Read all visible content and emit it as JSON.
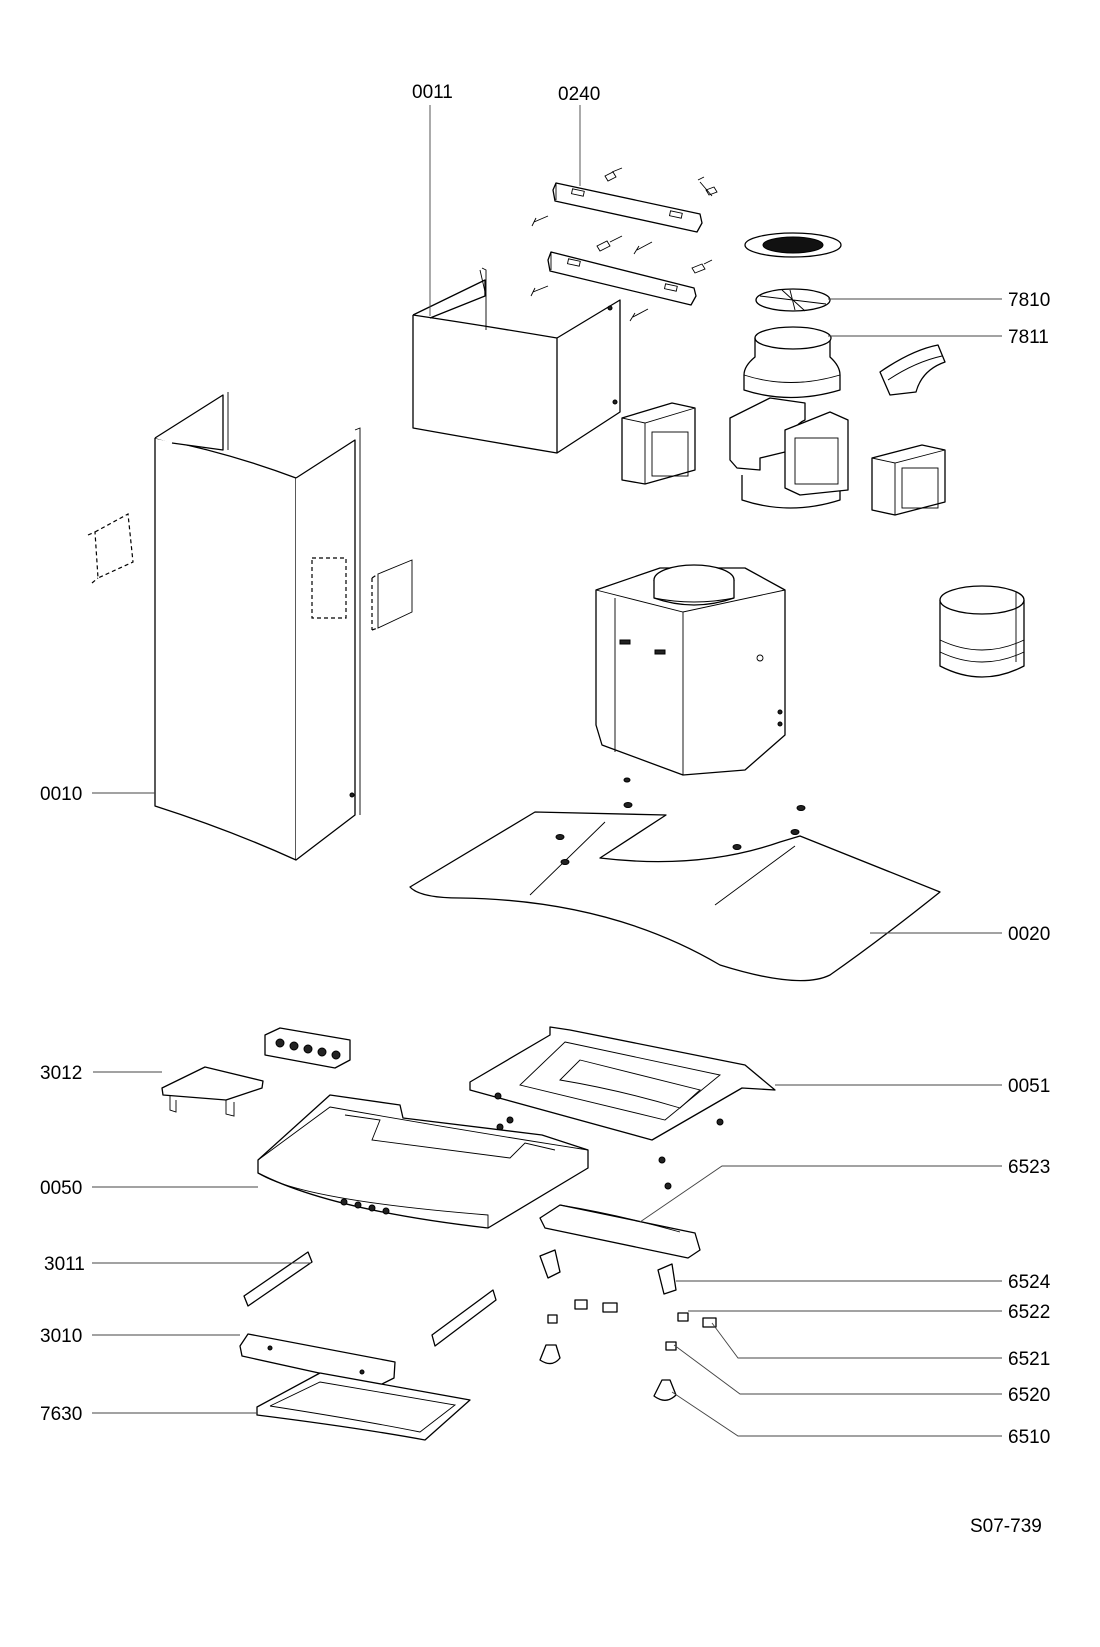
{
  "callouts": {
    "c0011": "0011",
    "c0240": "0240",
    "c7810": "7810",
    "c7811": "7811",
    "c0010": "0010",
    "c0020": "0020",
    "c3012": "3012",
    "c0051": "0051",
    "c0050": "0050",
    "c6523": "6523",
    "c3011": "3011",
    "c6524": "6524",
    "c6522": "6522",
    "c3010": "3010",
    "c6521": "6521",
    "c6520": "6520",
    "c7630": "7630",
    "c6510": "6510"
  },
  "drawing_ref": "S07-739"
}
